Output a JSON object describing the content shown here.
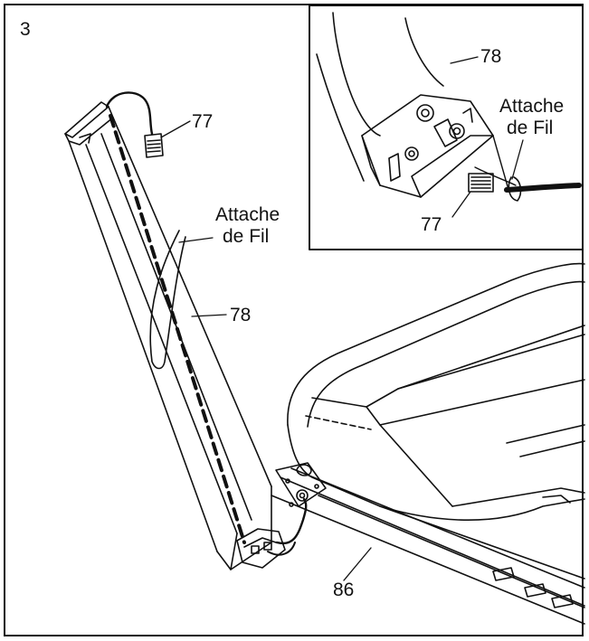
{
  "step_number": "3",
  "labels": {
    "main_77": "77",
    "main_wire_tie_line1": "Attache",
    "main_wire_tie_line2": "de Fil",
    "main_78": "78",
    "main_86": "86",
    "inset_78": "78",
    "inset_wire_tie_line1": "Attache",
    "inset_wire_tie_line2": "de Fil",
    "inset_77": "77"
  },
  "colors": {
    "ink": "#111111",
    "paper": "#ffffff"
  }
}
